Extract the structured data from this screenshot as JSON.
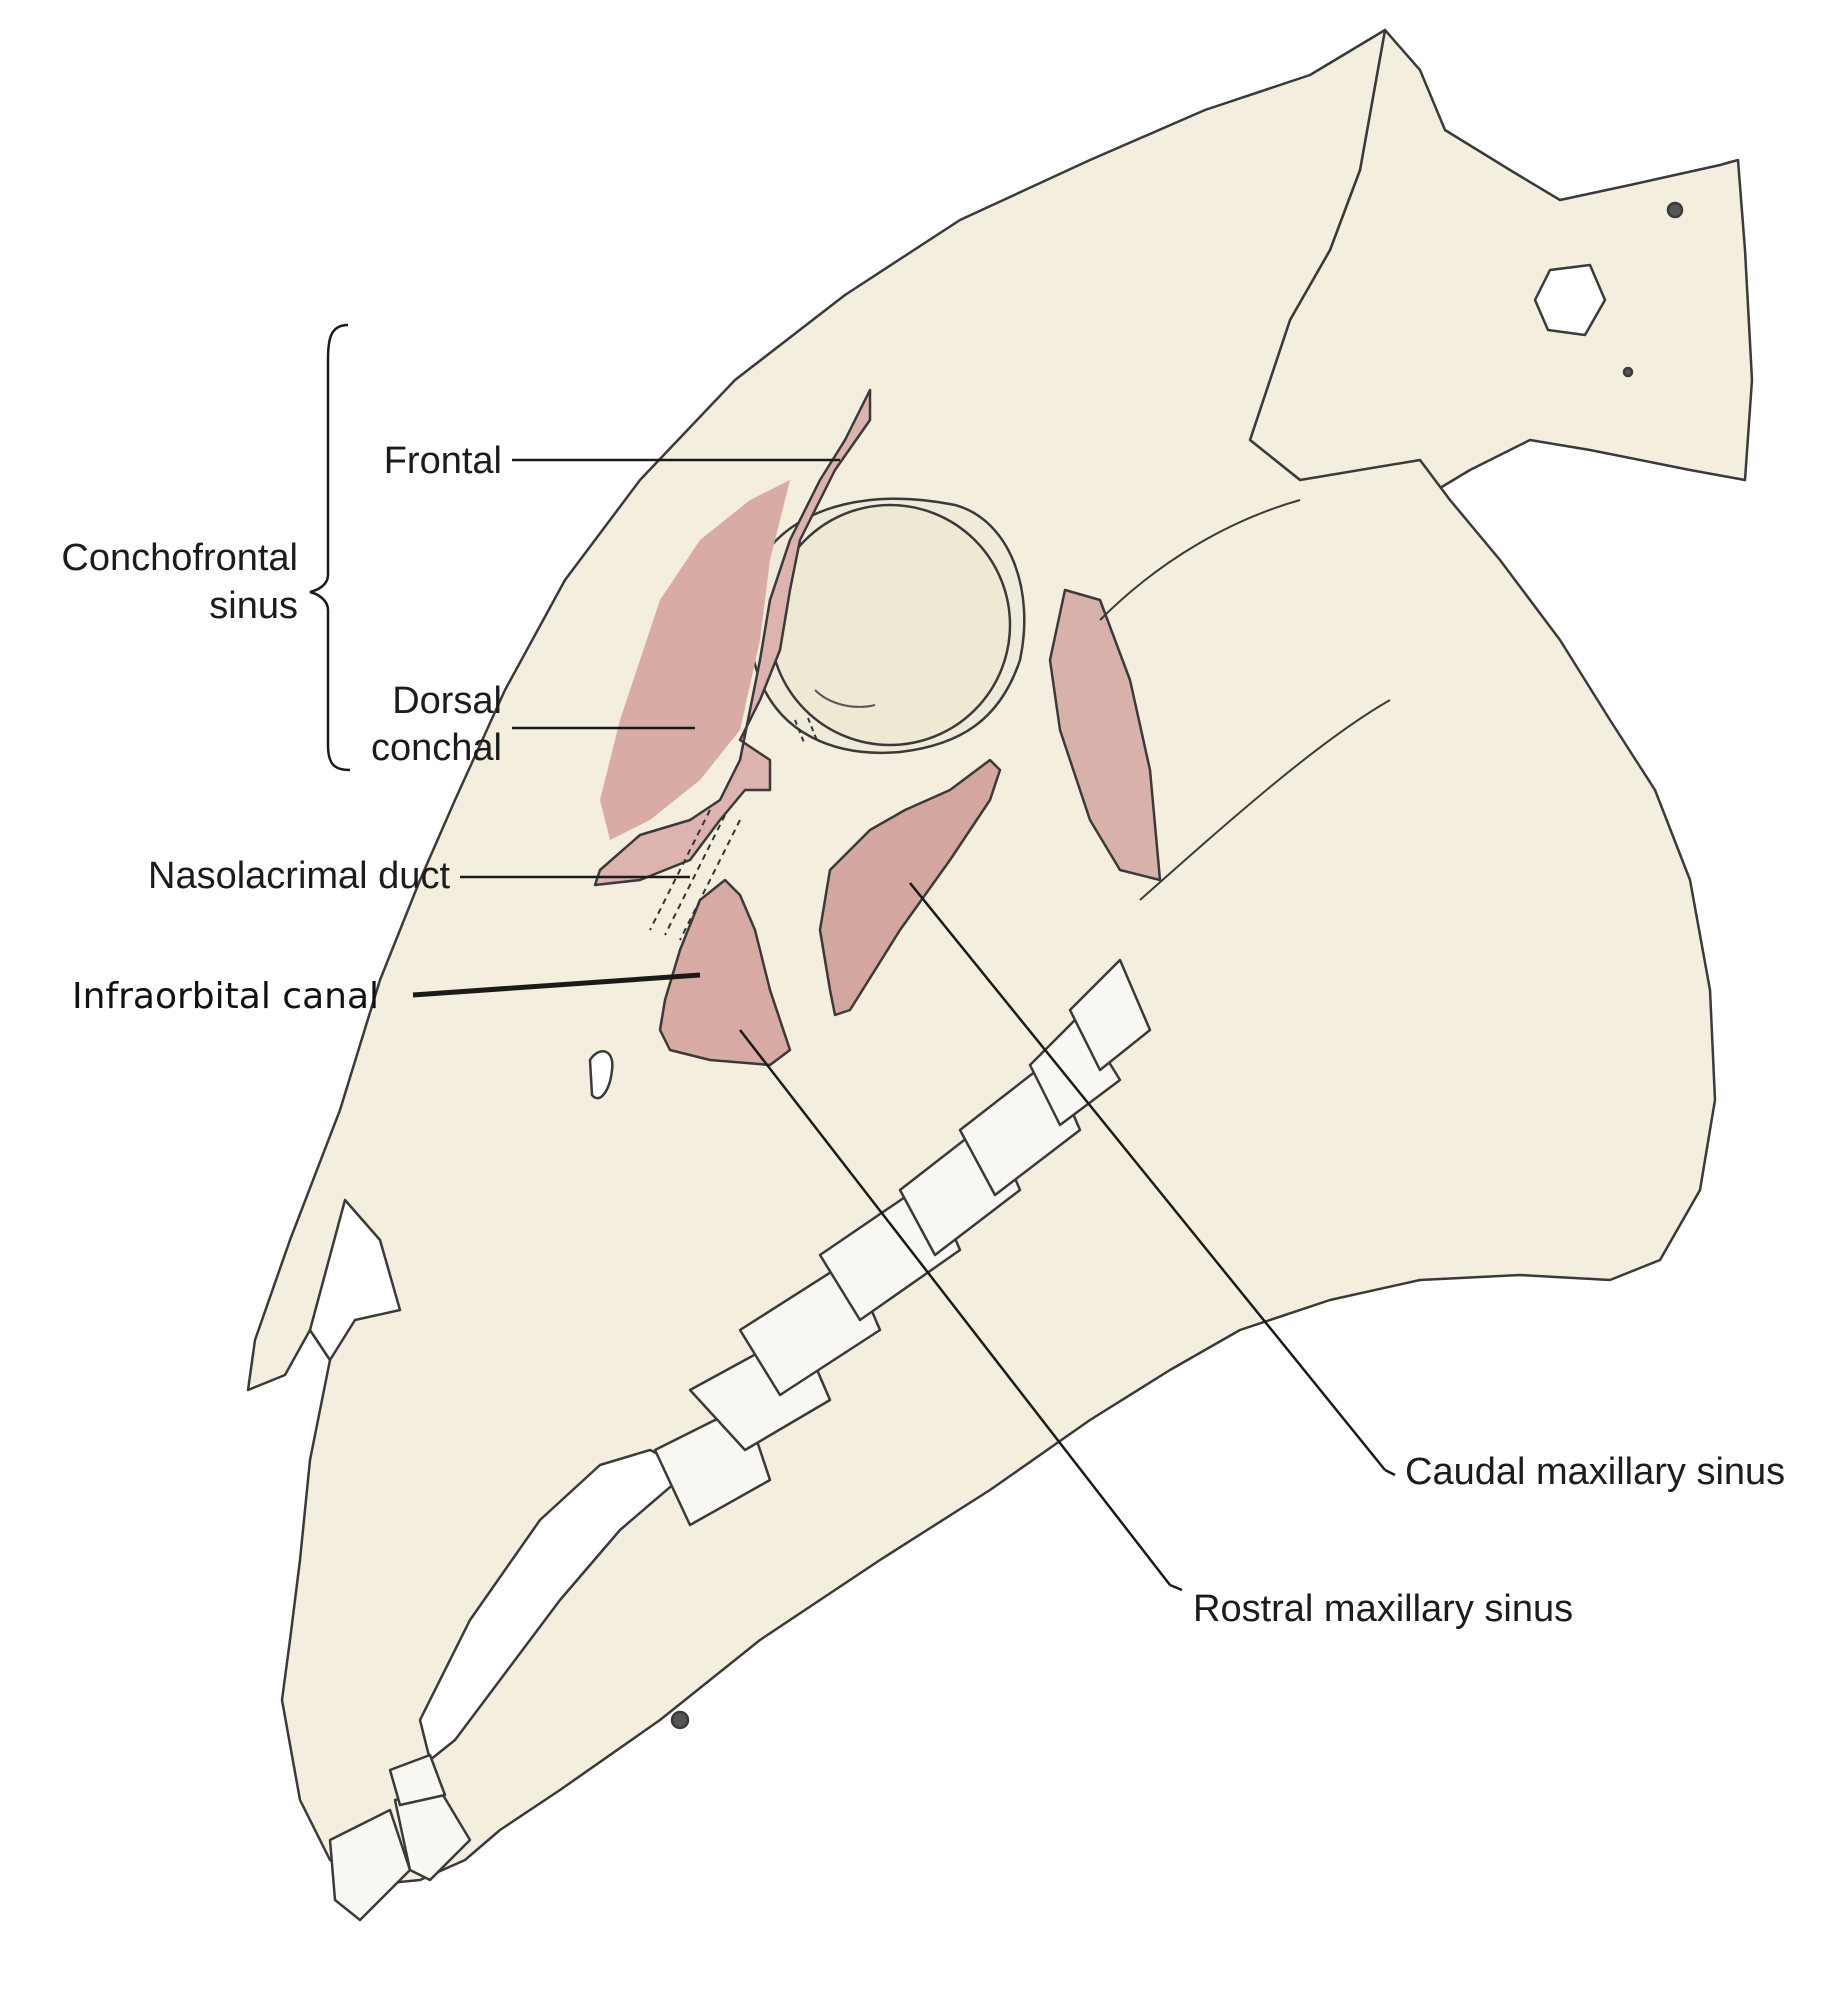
{
  "labels": {
    "conchofrontal_line1": "Conchofrontal",
    "conchofrontal_line2": "sinus",
    "frontal": "Frontal",
    "dorsal_line1": "Dorsal",
    "dorsal_line2": "conchal",
    "nasolacrimal": "Nasolacrimal duct",
    "infraorbital": "Infraorbital canal",
    "caudal_maxillary": "Caudal maxillary sinus",
    "rostral_maxillary": "Rostral maxillary sinus"
  },
  "colors": {
    "bone": "#f3eedd",
    "sinus": "#dcb3ae",
    "outline": "#3a3a3a",
    "leader": "#1a1a1a"
  }
}
